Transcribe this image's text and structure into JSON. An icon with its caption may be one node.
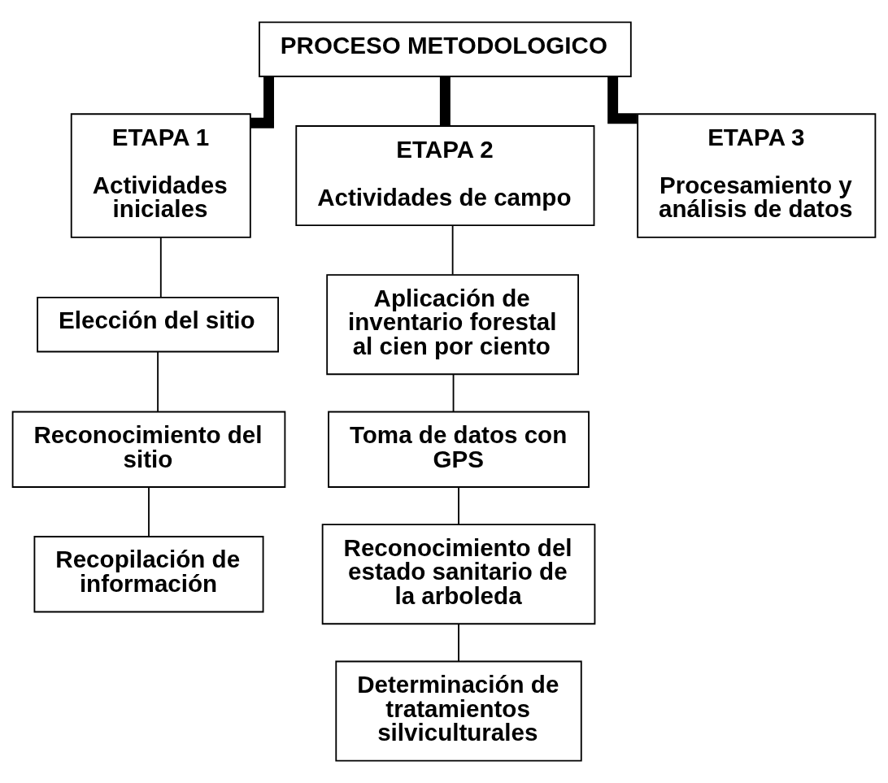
{
  "diagram": {
    "nodes": [
      {
        "text": [
          "PROCESO METODOLOGICO"
        ]
      },
      {
        "text": [
          "ETAPA 1",
          "Actividades iniciales"
        ]
      },
      {
        "text": [
          "ETAPA 2",
          "Actividades de campo"
        ]
      },
      {
        "text": [
          "ETAPA 3",
          "Procesamiento y análisis de datos"
        ]
      },
      {
        "text": [
          "Elección del sitio"
        ]
      },
      {
        "text": [
          "Aplicación de inventario forestal al cien por ciento"
        ]
      },
      {
        "text": [
          "Reconocimiento del sitio"
        ]
      },
      {
        "text": [
          "Toma de datos con GPS"
        ]
      },
      {
        "text": [
          "Recopilación de información"
        ]
      },
      {
        "text": [
          "Reconocimiento del estado sanitario de la arboleda"
        ]
      },
      {
        "text": [
          "Determinación de tratamientos silviculturales"
        ]
      }
    ],
    "edges": [
      {
        "from": 0,
        "to": 1,
        "arrow": "none",
        "style": "thick"
      },
      {
        "from": 0,
        "to": 2,
        "arrow": "none",
        "style": "thick"
      },
      {
        "from": 0,
        "to": 3,
        "arrow": "none",
        "style": "thick"
      },
      {
        "from": 1,
        "to": 4,
        "arrow": "none"
      },
      {
        "from": 4,
        "to": 6,
        "arrow": "none"
      },
      {
        "from": 6,
        "to": 8,
        "arrow": "none"
      },
      {
        "from": 2,
        "to": 5,
        "arrow": "none"
      },
      {
        "from": 5,
        "to": 7,
        "arrow": "none"
      },
      {
        "from": 7,
        "to": 9,
        "arrow": "none"
      },
      {
        "from": 9,
        "to": 10,
        "arrow": "none"
      }
    ]
  }
}
